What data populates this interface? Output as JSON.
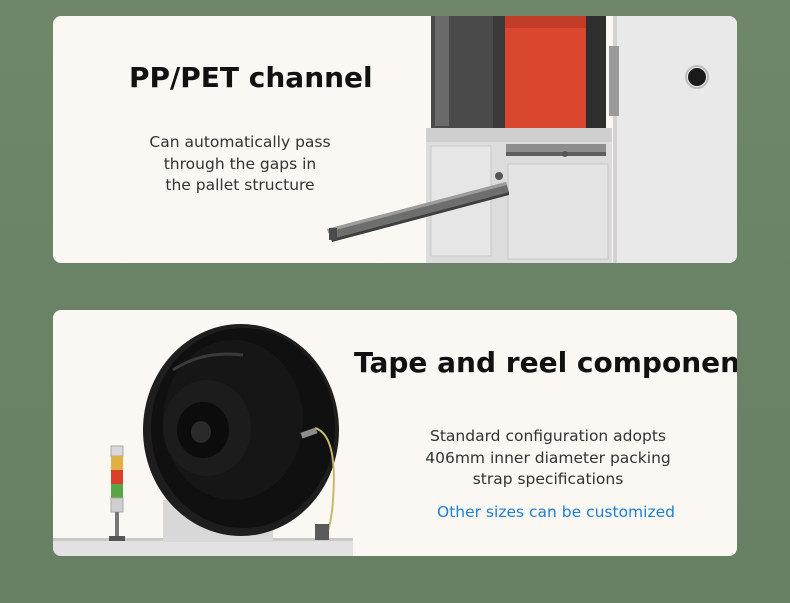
{
  "sections": [
    {
      "title": "PP/PET channel",
      "description": [
        "Can automatically pass",
        "through the gaps in",
        "the pallet structure"
      ],
      "image": "strapping-machine-channel-photo"
    },
    {
      "title": "Tape and reel components",
      "description": [
        "Standard configuration adopts",
        "406mm inner diameter packing",
        "strap specifications"
      ],
      "note": "Other sizes can be customized",
      "image": "tape-reel-photo"
    }
  ],
  "colors": {
    "background": "#6d8469",
    "card": "#fbf8f3",
    "title": "#111111",
    "body_text": "#333333",
    "note_text": "#1f7fd6",
    "machine_red": "#d9472f",
    "reel_black": "#161616"
  }
}
